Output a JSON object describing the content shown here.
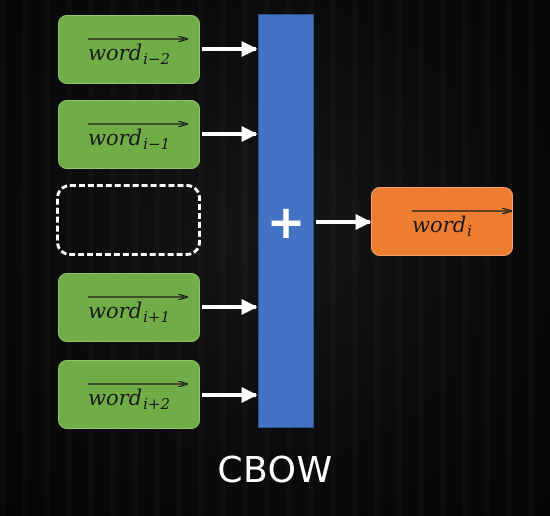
{
  "inputs": [
    {
      "word": "word",
      "subscript": "i−2"
    },
    {
      "word": "word",
      "subscript": "i−1"
    },
    {
      "word": "",
      "subscript": ""
    },
    {
      "word": "word",
      "subscript": "i+1"
    },
    {
      "word": "word",
      "subscript": "i+2"
    }
  ],
  "sum_symbol": "+",
  "output": {
    "word": "word",
    "subscript": "i"
  },
  "caption": "CBOW",
  "colors": {
    "input_box": "#70ad47",
    "sum_bar": "#4472c4",
    "output_box": "#ed7d31",
    "arrows": "#ffffff",
    "background": "#0b0b0b"
  }
}
